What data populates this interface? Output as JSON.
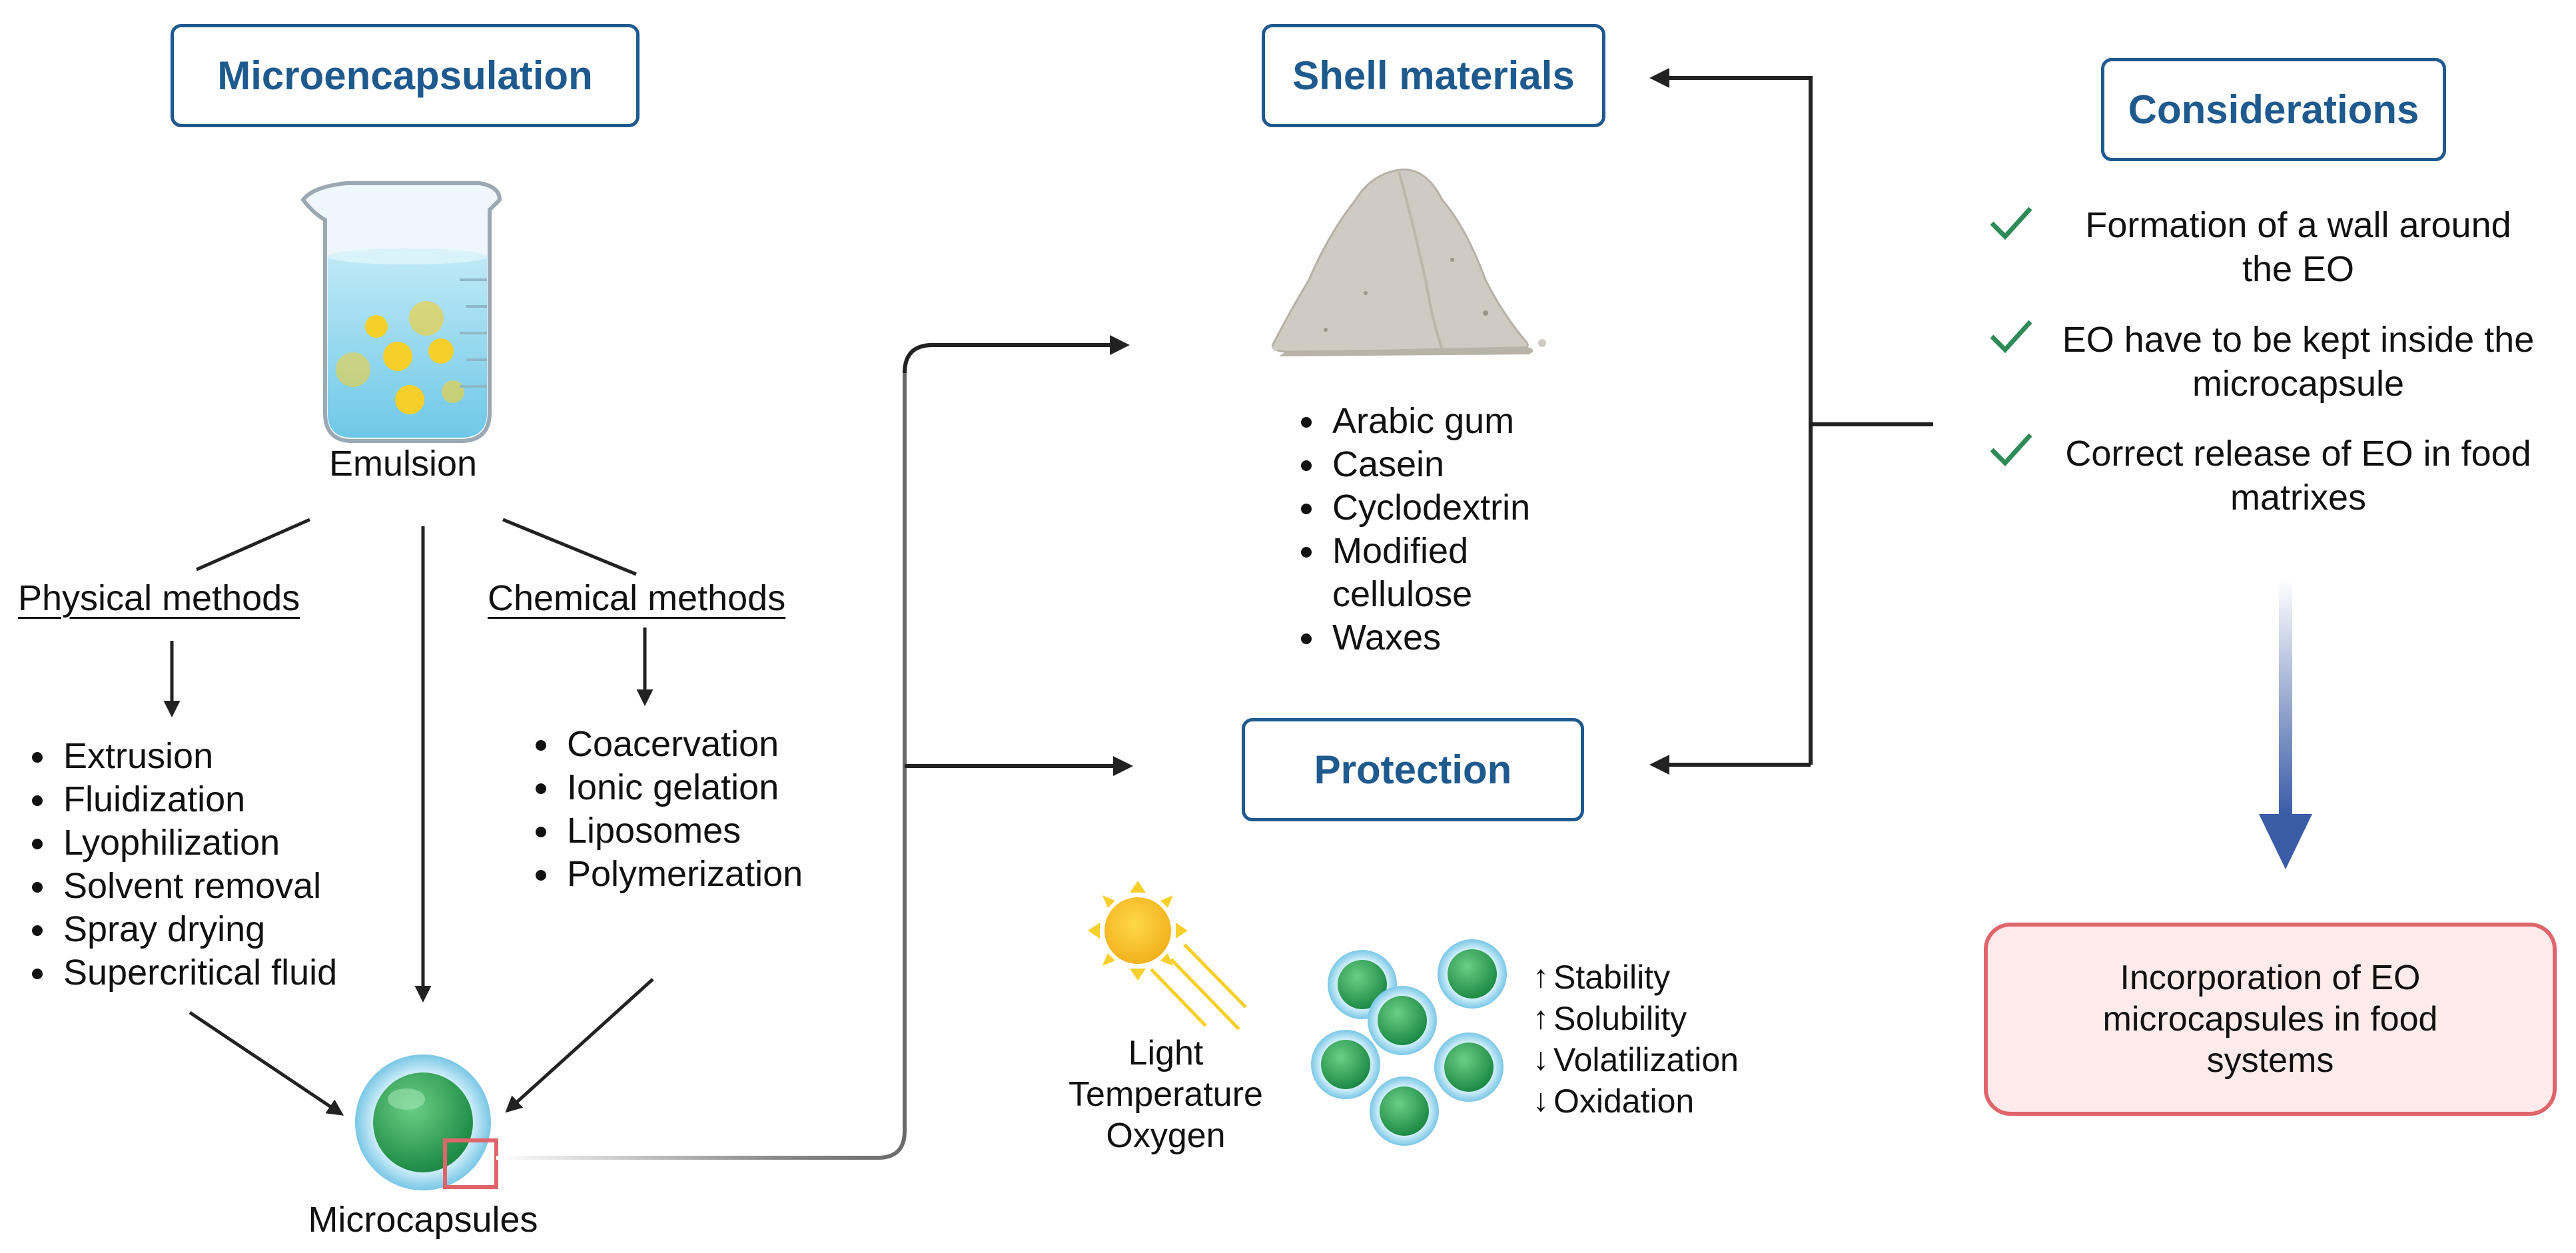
{
  "microencapsulation": {
    "title": "Microencapsulation",
    "emulsion_label": "Emulsion",
    "physical": {
      "heading": "Physical methods",
      "items": [
        "Extrusion",
        "Fluidization",
        "Lyophilization",
        "Solvent removal",
        "Spray drying",
        "Supercritical fluid"
      ]
    },
    "chemical": {
      "heading": "Chemical methods",
      "items": [
        "Coacervation",
        "Ionic gelation",
        "Liposomes",
        "Polymerization"
      ]
    },
    "microcapsules_label": "Microcapsules"
  },
  "shell": {
    "title": "Shell materials",
    "items": [
      "Arabic gum",
      "Casein",
      "Cyclodextrin",
      "Modified cellulose",
      "Waxes"
    ]
  },
  "protection": {
    "title": "Protection",
    "factors": [
      "Light",
      "Temperature",
      "Oxygen"
    ],
    "effects": [
      {
        "direction": "up",
        "label": "Stability"
      },
      {
        "direction": "up",
        "label": "Solubility"
      },
      {
        "direction": "down",
        "label": "Volatilization"
      },
      {
        "direction": "down",
        "label": "Oxidation"
      }
    ]
  },
  "considerations": {
    "title": "Considerations",
    "items": [
      [
        "Formation of a wall around",
        "the EO"
      ],
      [
        "EO have to be kept inside the",
        "microcapsule"
      ],
      [
        "Correct release of EO in food",
        "matrixes"
      ]
    ]
  },
  "outcome": {
    "lines": [
      "Incorporation of EO",
      "microcapsules in food",
      "systems"
    ]
  },
  "colors": {
    "accent_blue": "#1f5a8f",
    "check_green": "#2e8b57",
    "outcome_border": "#e0656a",
    "outcome_fill": "#fdeaea",
    "arrow_blue": "#3a5ba6"
  }
}
